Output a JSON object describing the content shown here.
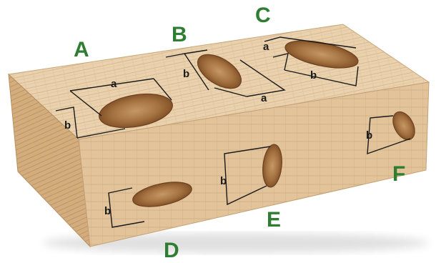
{
  "knots": {
    "A": {
      "letter": "A",
      "dims": [
        "a",
        "b"
      ]
    },
    "B": {
      "letter": "B",
      "dims": [
        "a",
        "b"
      ]
    },
    "C": {
      "letter": "C",
      "dims": [
        "a",
        "b"
      ]
    },
    "D": {
      "letter": "D",
      "dims": [
        "b"
      ]
    },
    "E": {
      "letter": "E",
      "dims": [
        "b"
      ]
    },
    "F": {
      "letter": "F",
      "dims": [
        "b"
      ]
    }
  },
  "colors": {
    "letters": "#2e7d32",
    "wood_top": "#ead2ae",
    "wood_front": "#e2c39a",
    "wood_side": "#d3ad7e",
    "knot": "#9c6a3a",
    "dims": "#1a1a1a"
  }
}
